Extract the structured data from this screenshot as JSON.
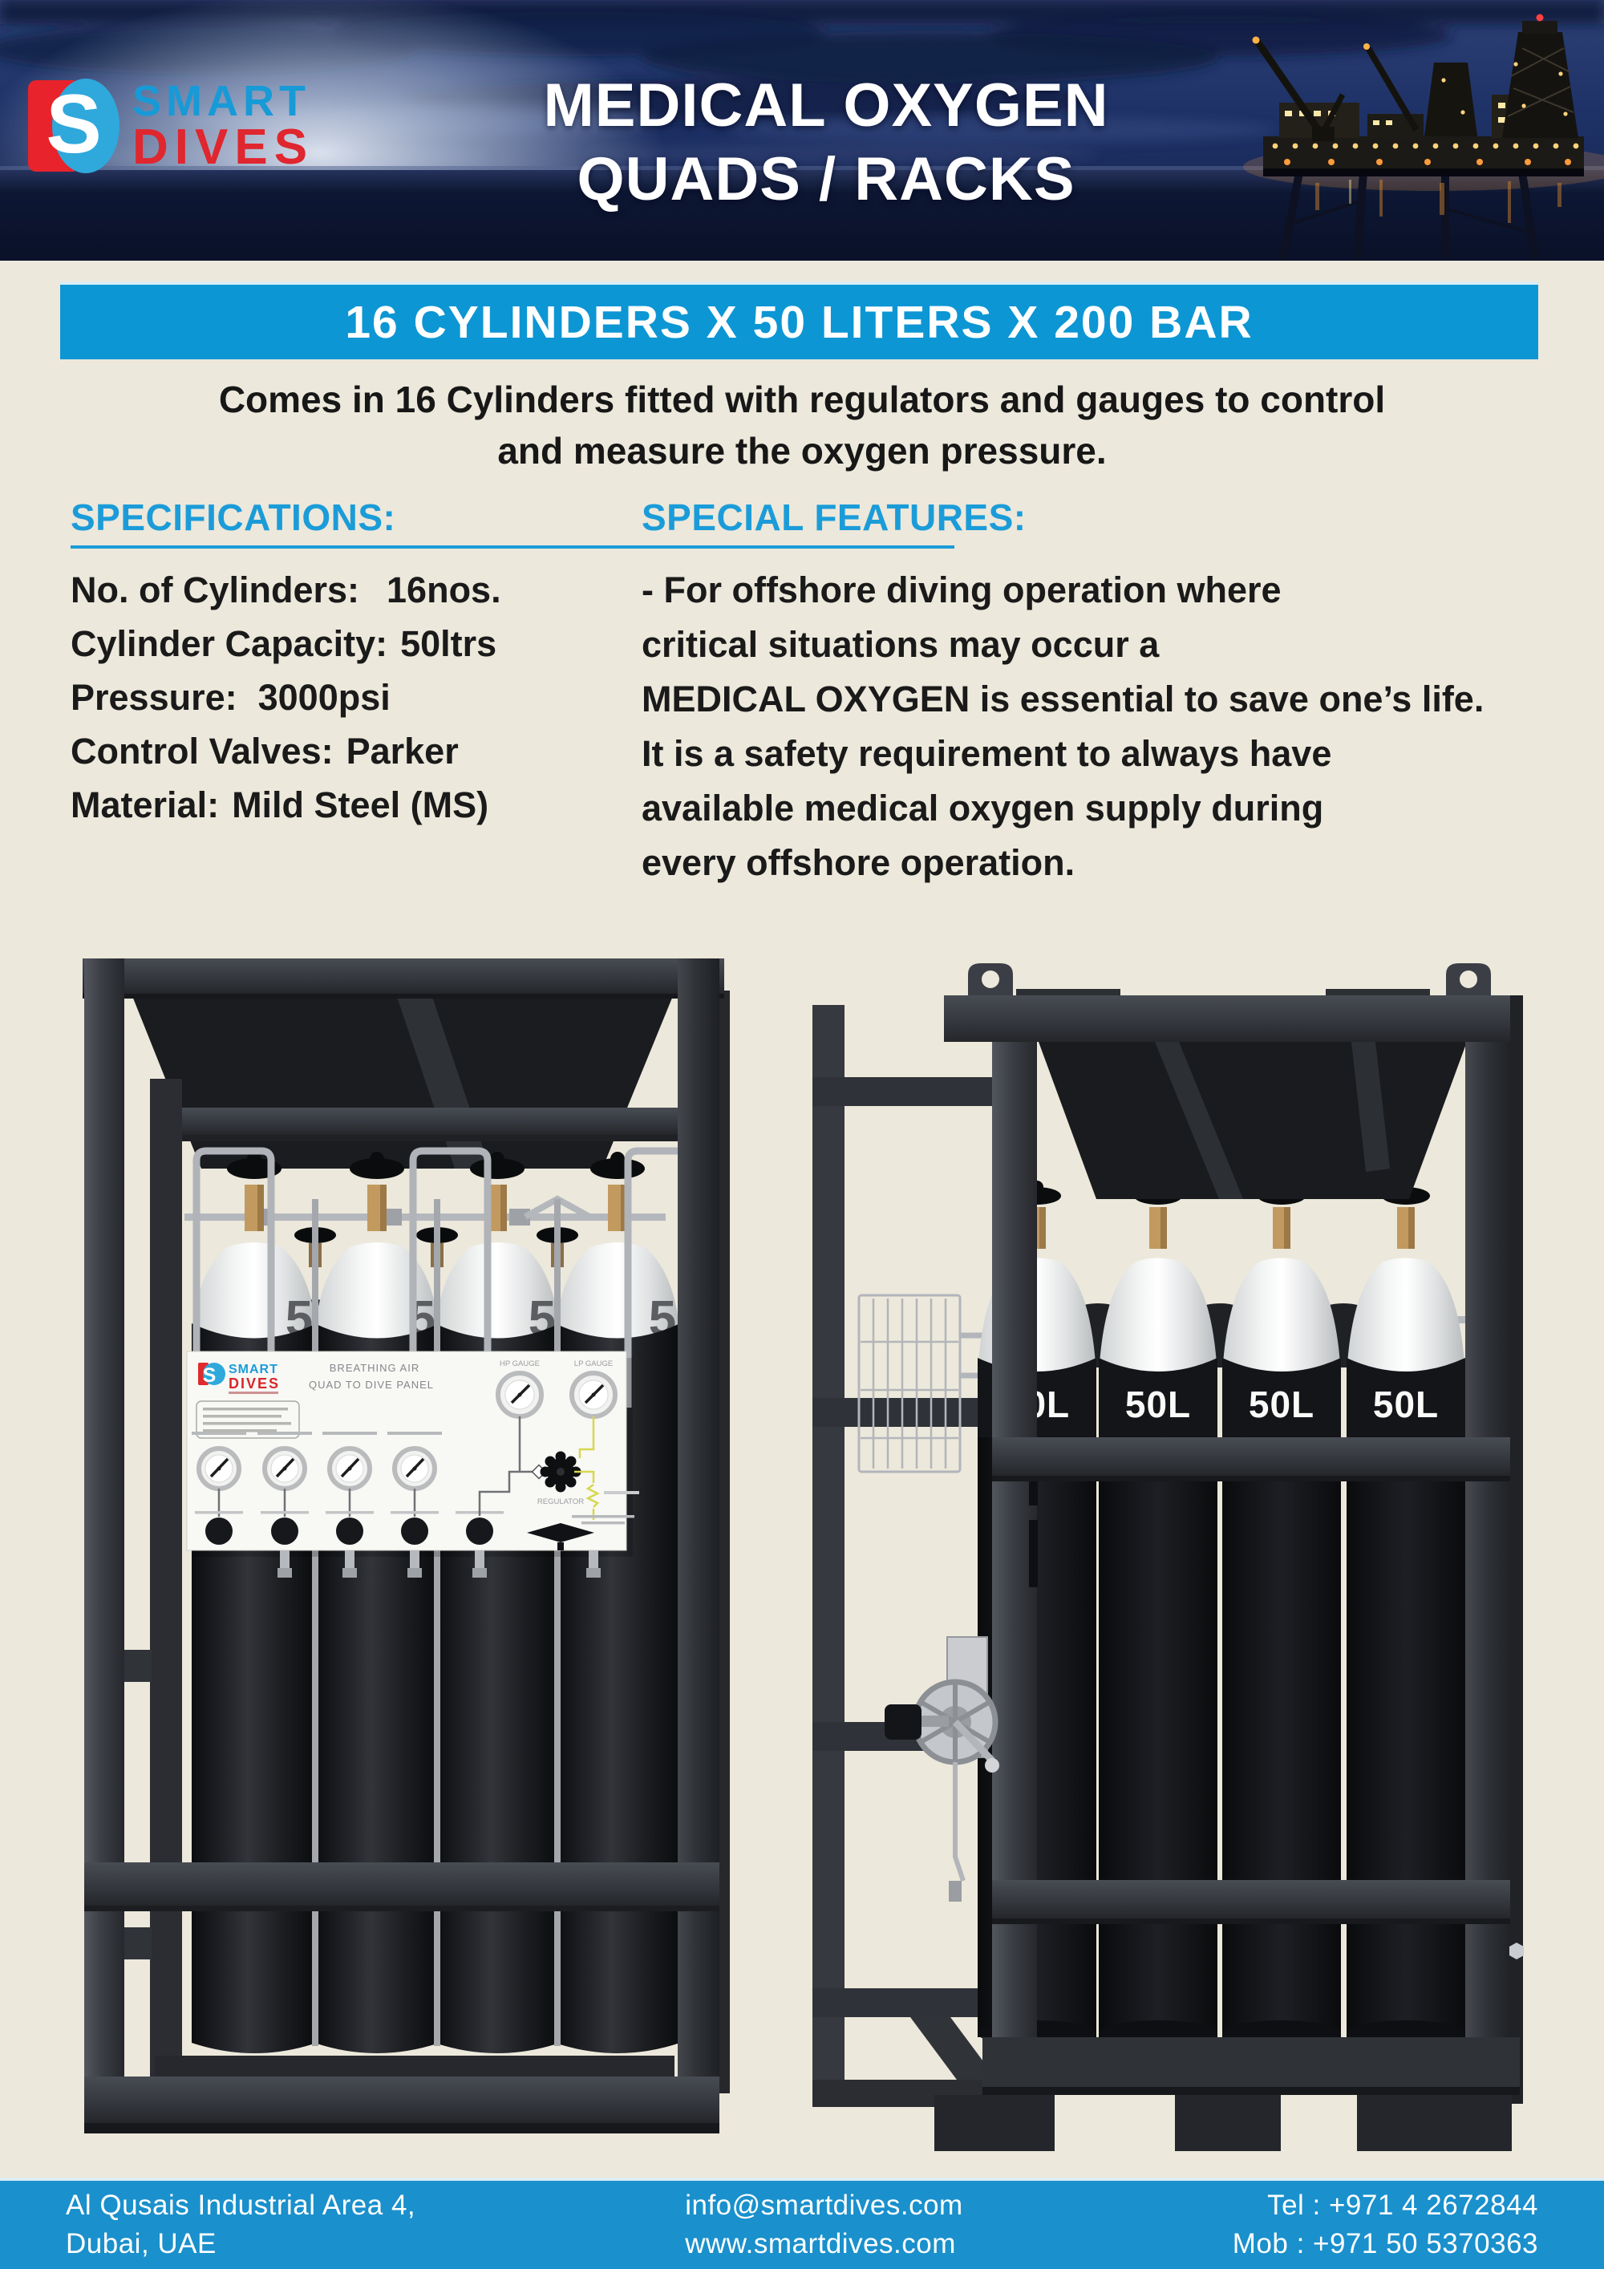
{
  "colors": {
    "page_bg": "#ECE8DB",
    "banner_blue": "#0D96D4",
    "footer_blue": "#1A90CC",
    "heading_blue": "#1B9CD9",
    "brand_blue": "#189AD7",
    "brand_red": "#E0262E",
    "text_dark": "#1A1A1A"
  },
  "header": {
    "logo": {
      "monogram": "S",
      "brand_top": "SMART",
      "brand_bottom": "DIVES"
    },
    "title_line1": "MEDICAL OXYGEN",
    "title_line2": "QUADS / RACKS"
  },
  "banner": {
    "text": "16 CYLINDERS X 50 LITERS X 200 BAR"
  },
  "intro": {
    "line1": "Comes in 16 Cylinders fitted with regulators and gauges to control",
    "line2": "and measure the oxygen pressure."
  },
  "specifications": {
    "heading": "SPECIFICATIONS:",
    "items": [
      {
        "label": "No. of Cylinders:",
        "value": "16nos."
      },
      {
        "label": "Cylinder Capacity:",
        "value": "50ltrs"
      },
      {
        "label": "Pressure:",
        "value": "3000psi"
      },
      {
        "label": "Control Valves:",
        "value": "Parker"
      },
      {
        "label": "Material:",
        "value": "Mild Steel (MS)"
      }
    ]
  },
  "special_features": {
    "heading": "SPECIAL FEATURES:",
    "lines": [
      "- For offshore diving operation where",
      "critical situations may occur a",
      "MEDICAL OXYGEN is essential to save one’s life.",
      "It is a safety requirement to always have",
      "available medical oxygen supply during",
      "every offshore operation."
    ]
  },
  "product": {
    "cylinder_label": "50L",
    "partial_label": "5",
    "panel": {
      "brand_top": "SMART",
      "brand_bottom": "DIVES",
      "monogram": "S",
      "title_line1": "BREATHING AIR",
      "title_line2": "QUAD TO DIVE PANEL",
      "gauge_left_label": "HP GAUGE",
      "gauge_right_label": "LP GAUGE",
      "regulator_label": "REGULATOR"
    }
  },
  "footer": {
    "address_line1": "Al Qusais Industrial Area 4,",
    "address_line2": "Dubai, UAE",
    "email": "info@smartdives.com",
    "website": "www.smartdives.com",
    "tel": "Tel : +971 4 2672844",
    "mob": "Mob : +971 50 5370363"
  }
}
